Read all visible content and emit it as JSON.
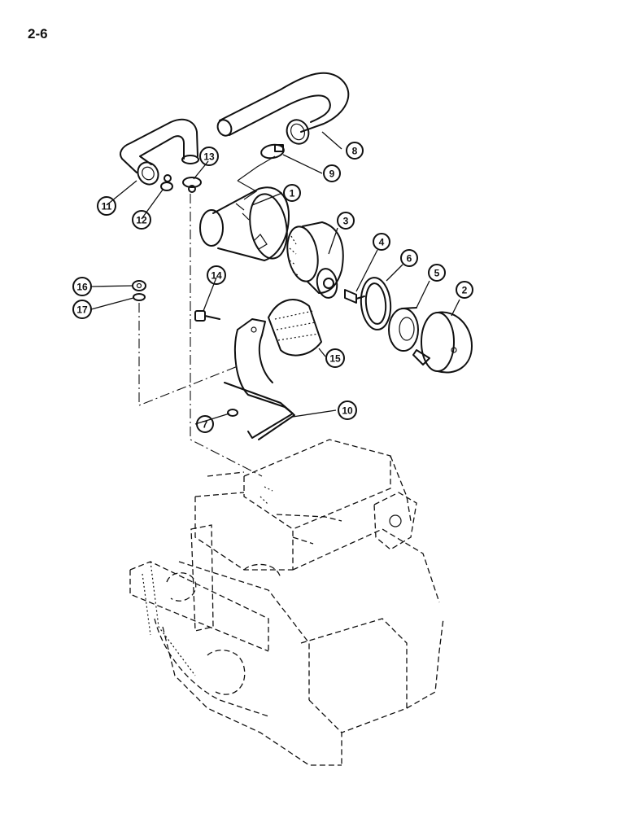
{
  "page": {
    "number": "2-6"
  },
  "callouts": {
    "c1": "1",
    "c2": "2",
    "c3": "3",
    "c4": "4",
    "c5": "5",
    "c6": "6",
    "c7": "7",
    "c8": "8",
    "c9": "9",
    "c10": "10",
    "c11": "11",
    "c12": "12",
    "c13": "13",
    "c14": "14",
    "c15": "15",
    "c16": "16",
    "c17": "17"
  }
}
